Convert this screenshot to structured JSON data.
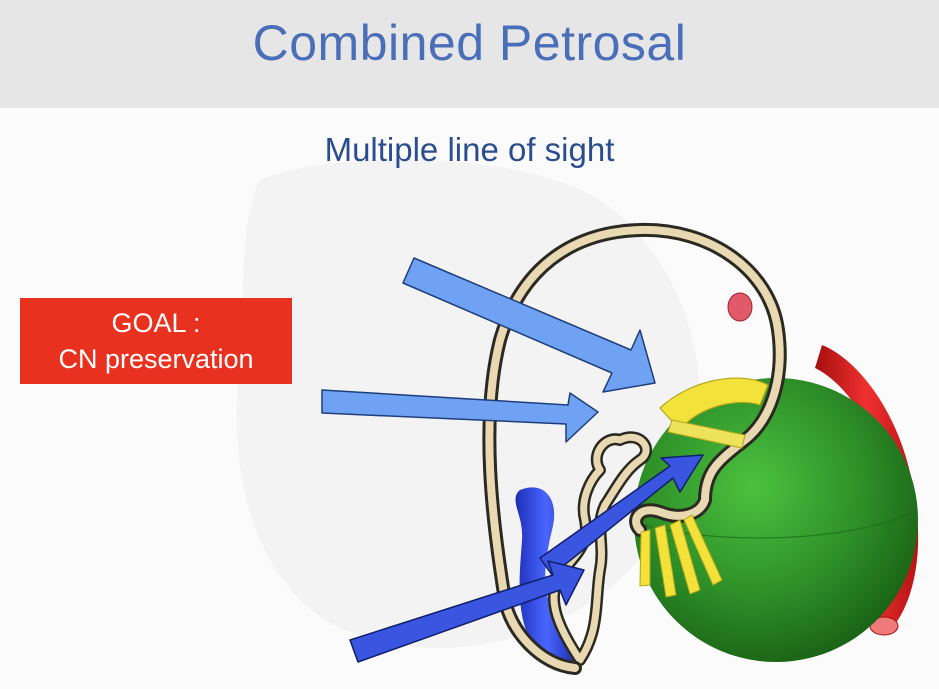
{
  "slide": {
    "title": "Combined Petrosal",
    "subtitle": "Multiple line of sight"
  },
  "goal_box": {
    "line1": "GOAL :",
    "line2": "CN preservation",
    "color": "#e8311f"
  },
  "colors": {
    "title": "#4a6fb8",
    "subtitle": "#2a4d8f",
    "light_arrow": "#6fa2f2",
    "dark_arrow": "#3a56e0",
    "sphere": "#2e8f28",
    "outline_frame": "#e9d9b3",
    "red_vessel": "#e02020",
    "yellow_nerve": "#f2e23a"
  },
  "illustration": {
    "arrows": [
      {
        "name": "light-arrow-upper",
        "style": "light"
      },
      {
        "name": "light-arrow-middle",
        "style": "light"
      },
      {
        "name": "dark-arrow-upper",
        "style": "dark"
      },
      {
        "name": "dark-arrow-lower",
        "style": "dark"
      }
    ]
  }
}
